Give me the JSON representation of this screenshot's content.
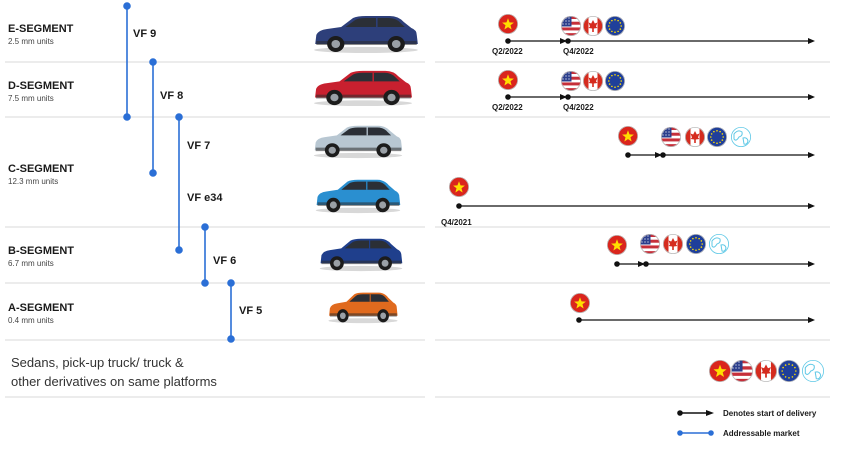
{
  "segments": [
    {
      "name": "E-SEGMENT",
      "units": "2.5 mm units"
    },
    {
      "name": "D-SEGMENT",
      "units": "7.5 mm units"
    },
    {
      "name": "C-SEGMENT",
      "units": "12.3 mm units"
    },
    {
      "name": "B-SEGMENT",
      "units": "6.7 mm units"
    },
    {
      "name": "A-SEGMENT",
      "units": "0.4 mm units"
    }
  ],
  "models": [
    {
      "name": "VF 9",
      "car_color": "#2d3f7a"
    },
    {
      "name": "VF 8",
      "car_color": "#c8202f"
    },
    {
      "name": "VF 7",
      "car_color": "#b8c7d2"
    },
    {
      "name": "VF e34",
      "car_color": "#2a8fd0"
    },
    {
      "name": "VF 6",
      "car_color": "#1f3f8c"
    },
    {
      "name": "VF 5",
      "car_color": "#e06a1e"
    }
  ],
  "timeline": {
    "vf9": {
      "date_start": "Q2/2022",
      "date_expand": "Q4/2022",
      "flags": [
        "vietnam",
        "usa",
        "canada",
        "eu"
      ]
    },
    "vf8": {
      "date_start": "Q2/2022",
      "date_expand": "Q4/2022",
      "flags": [
        "vietnam",
        "usa",
        "canada",
        "eu"
      ]
    },
    "vf7": {
      "flags": [
        "vietnam",
        "usa",
        "canada",
        "eu",
        "globe"
      ]
    },
    "vfe34": {
      "date_start": "Q4/2021",
      "flags": [
        "vietnam"
      ]
    },
    "vf6": {
      "flags": [
        "vietnam",
        "usa",
        "canada",
        "eu",
        "globe"
      ]
    },
    "vf5": {
      "flags": [
        "vietnam"
      ]
    }
  },
  "other": {
    "line1": "Sedans, pick-up truck/ truck &",
    "line2": "other derivatives on same platforms",
    "flags": [
      "vietnam",
      "usa",
      "canada",
      "eu",
      "globe"
    ]
  },
  "legend": {
    "delivery": "Denotes start of delivery",
    "market": "Addressable market"
  },
  "colors": {
    "bracket": "#2b6fd6",
    "arrow": "#111111",
    "vietnam": "#da251d",
    "star": "#ffde00",
    "eu": "#1f3f9a",
    "globe": "#5ec8e6"
  }
}
